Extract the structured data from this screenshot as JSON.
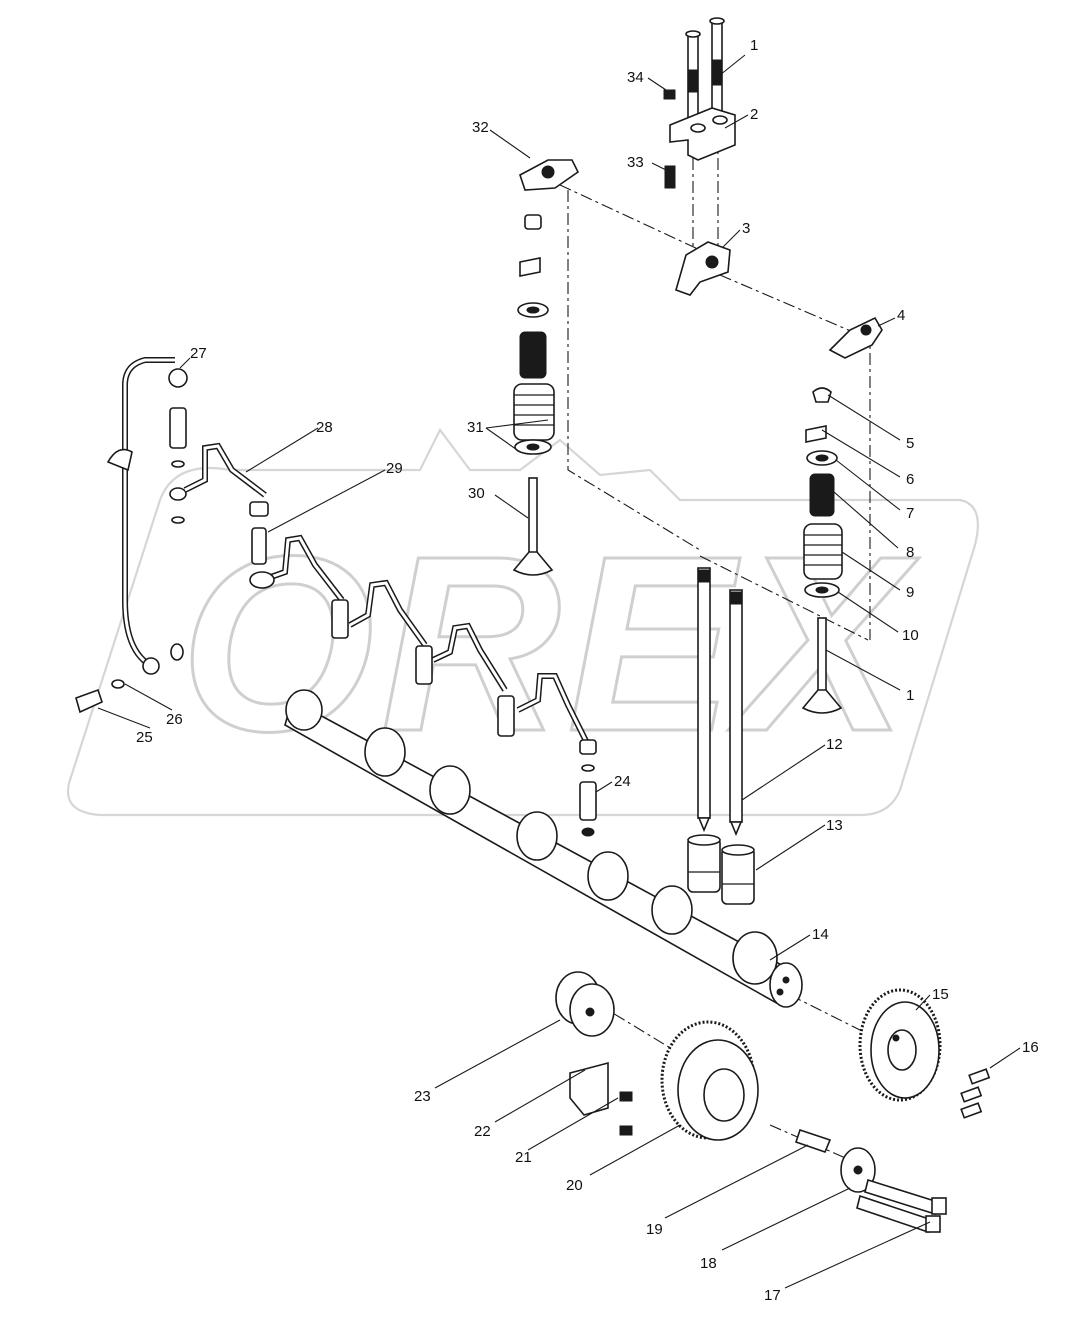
{
  "watermark": {
    "text": "OREX"
  },
  "callouts": [
    {
      "id": "c1",
      "text": "1"
    },
    {
      "id": "c2",
      "text": "2"
    },
    {
      "id": "c3",
      "text": "3"
    },
    {
      "id": "c4",
      "text": "4"
    },
    {
      "id": "c5",
      "text": "5"
    },
    {
      "id": "c6",
      "text": "6"
    },
    {
      "id": "c7",
      "text": "7"
    },
    {
      "id": "c8",
      "text": "8"
    },
    {
      "id": "c9",
      "text": "9"
    },
    {
      "id": "c10",
      "text": "10"
    },
    {
      "id": "c11",
      "text": "1"
    },
    {
      "id": "c12",
      "text": "12"
    },
    {
      "id": "c13",
      "text": "13"
    },
    {
      "id": "c14",
      "text": "14"
    },
    {
      "id": "c15",
      "text": "15"
    },
    {
      "id": "c16",
      "text": "16"
    },
    {
      "id": "c17",
      "text": "17"
    },
    {
      "id": "c18",
      "text": "18"
    },
    {
      "id": "c19",
      "text": "19"
    },
    {
      "id": "c20",
      "text": "20"
    },
    {
      "id": "c21",
      "text": "21"
    },
    {
      "id": "c22",
      "text": "22"
    },
    {
      "id": "c23",
      "text": "23"
    },
    {
      "id": "c24",
      "text": "24"
    },
    {
      "id": "c25",
      "text": "25"
    },
    {
      "id": "c26",
      "text": "26"
    },
    {
      "id": "c27",
      "text": "27"
    },
    {
      "id": "c28",
      "text": "28"
    },
    {
      "id": "c29",
      "text": "29"
    },
    {
      "id": "c30",
      "text": "30"
    },
    {
      "id": "c31",
      "text": "31"
    },
    {
      "id": "c32",
      "text": "32"
    },
    {
      "id": "c33",
      "text": "33"
    },
    {
      "id": "c34",
      "text": "34"
    }
  ]
}
